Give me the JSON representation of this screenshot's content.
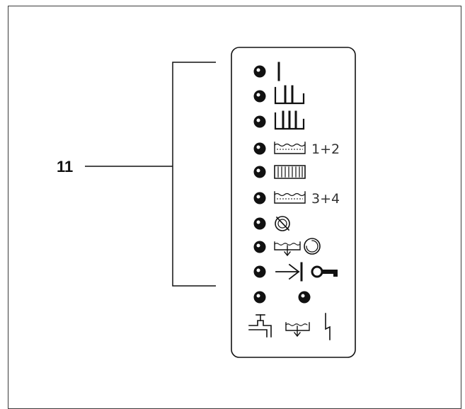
{
  "callout": {
    "number": "11"
  },
  "indicators": [
    {
      "id": "prewash",
      "icon": "single-bar-icon",
      "suffix": ""
    },
    {
      "id": "main-wash",
      "icon": "tub-two-bars-icon",
      "suffix": ""
    },
    {
      "id": "wash-extra",
      "icon": "tub-three-bars-icon",
      "suffix": ""
    },
    {
      "id": "rinse-1-2",
      "icon": "tub-wavy-water-icon",
      "suffix": "1+2"
    },
    {
      "id": "rinse-intermediate",
      "icon": "tub-striped-icon",
      "suffix": ""
    },
    {
      "id": "rinse-3-4",
      "icon": "tub-wavy-water-icon",
      "suffix": "3+4"
    },
    {
      "id": "no-spin",
      "icon": "crossed-circle-icon",
      "suffix": ""
    },
    {
      "id": "drain-spin",
      "icon": "drain-spin-icon",
      "suffix": ""
    },
    {
      "id": "end-door-lock",
      "icon": "end-key-icon",
      "suffix": ""
    }
  ],
  "bottom_indicators": [
    "tap-icon",
    "drain-icon",
    "fault-icon"
  ],
  "colors": {
    "line": "#111111",
    "frame": "#3a3a3a",
    "panel_fill": "#ffffff"
  }
}
